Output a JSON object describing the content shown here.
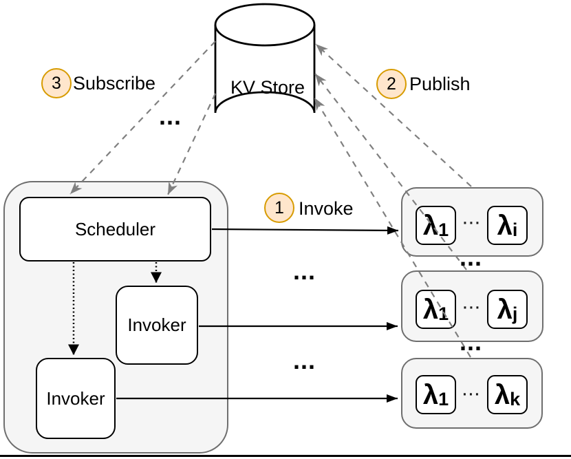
{
  "diagram": {
    "kv_store_label": "KV Store",
    "scheduler_label": "Scheduler",
    "invoker1_label": "Invoker",
    "invoker2_label": "Invoker",
    "steps": {
      "invoke": {
        "number": "1",
        "label": "Invoke"
      },
      "publish": {
        "number": "2",
        "label": "Publish"
      },
      "subscribe": {
        "number": "3",
        "label": "Subscribe"
      }
    },
    "lambda_groups": [
      {
        "first_symbol": "λ",
        "first_sub": "1",
        "last_symbol": "λ",
        "last_sub": "i",
        "separator": "···"
      },
      {
        "first_symbol": "λ",
        "first_sub": "1",
        "last_symbol": "λ",
        "last_sub": "j",
        "separator": "···"
      },
      {
        "first_symbol": "λ",
        "first_sub": "1",
        "last_symbol": "λ",
        "last_sub": "k",
        "separator": "···"
      }
    ],
    "ellipsis": "...",
    "colors": {
      "step_badge_fill": "#FFE6CC",
      "step_badge_stroke": "#D79B00",
      "container_fill": "#F5F5F5",
      "container_stroke": "#6E6E6E",
      "dashed_arrow": "#7F7F7F",
      "solid_arrow": "#000000"
    }
  }
}
